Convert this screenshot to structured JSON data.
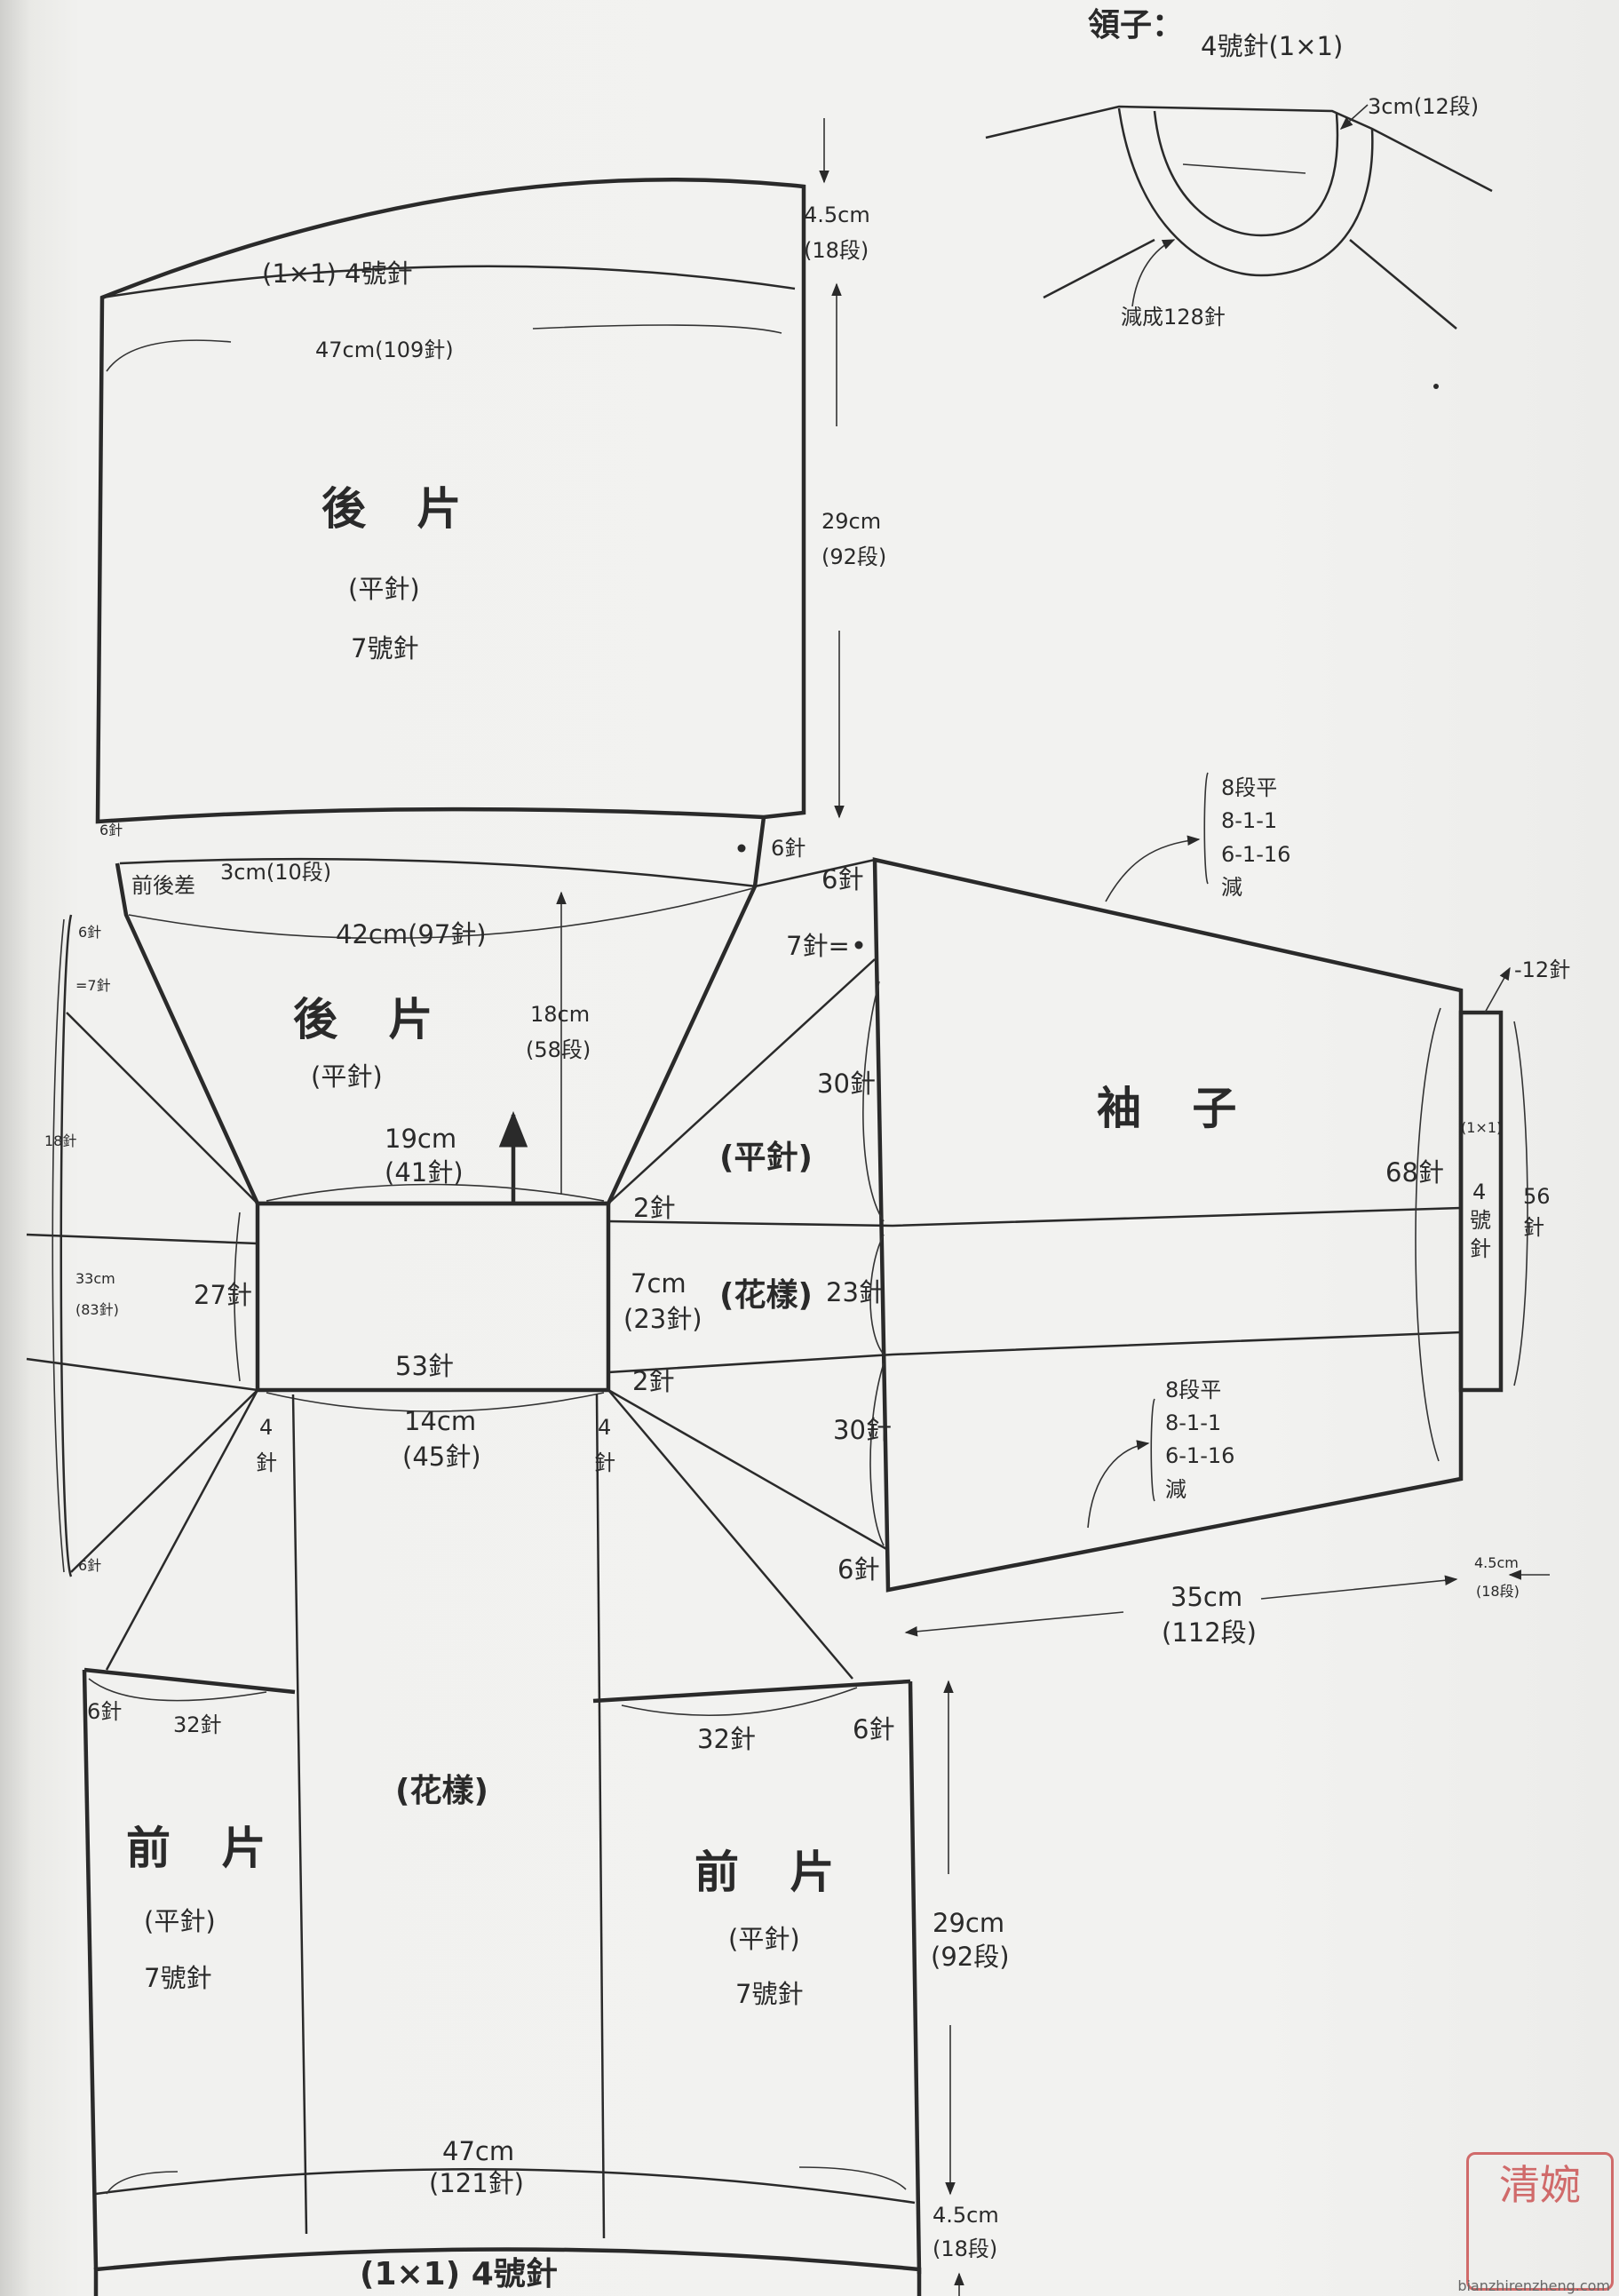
{
  "collar": {
    "title": "領子：",
    "needle": "4號針(1×1)",
    "height": "3cm(12段)",
    "reduce": "減成128針"
  },
  "back_upper": {
    "rib": "(1×1) 4號針",
    "width": "47cm(109針)",
    "name": "後 片",
    "stitch": "(平針)",
    "needle": "7號針",
    "rib_height": "4.5cm",
    "rib_rows": "(18段)",
    "body_height": "29cm",
    "body_rows": "(92段)",
    "dec_left": "6針",
    "dec_right": "6針",
    "diff": "前後差",
    "diff_size": "3cm(10段)"
  },
  "back_lower": {
    "width": "42cm(97針)",
    "name": "後 片",
    "stitch": "(平針)",
    "height": "18cm",
    "rows": "(58段)"
  },
  "center": {
    "top_width": "19cm",
    "top_sts": "(41針)",
    "side": "27針",
    "mid": "7cm",
    "mid_sts": "(23針)",
    "bottom": "53針",
    "bottom_width": "14cm",
    "bottom_sts": "(45針)",
    "right_top": "2針",
    "right_bottom": "2針",
    "four_left": "4",
    "four_right": "4",
    "needle_char": "針"
  },
  "sleeve": {
    "name": "袖 子",
    "label_six_top": "6針",
    "label_seven": "7針=",
    "dec_top": [
      "8段平",
      "8-1-1",
      "6-1-16",
      "減"
    ],
    "dec_bottom": [
      "8段平",
      "8-1-1",
      "6-1-16",
      "減"
    ],
    "thirty_top": "30針",
    "thirty_bottom": "30針",
    "stitch": "(平針)",
    "pattern": "(花樣)",
    "pattern_sts": "23針",
    "six_bottom": "6針",
    "cuff_sts": "68針",
    "minus": "-12針",
    "cuff_rib": "(1×1)",
    "cuff_needle": [
      "4",
      "號",
      "針"
    ],
    "total_sts": [
      "56",
      "針"
    ],
    "length": "35cm",
    "length_rows": "(112段)",
    "cuff_height": "4.5cm",
    "cuff_rows": "(18段)"
  },
  "left_side": {
    "top": "6針",
    "eq": "=7針",
    "length": "33cm",
    "length_sts": "(83針)",
    "bottom": "6針",
    "mark": "18針"
  },
  "front": {
    "left_six": "6針",
    "left_sts": "32針",
    "right_sts": "32針",
    "right_six": "6針",
    "pattern": "(花樣)",
    "name_left": "前 片",
    "stitch_left": "(平針)",
    "needle_left": "7號針",
    "name_right": "前 片",
    "stitch_right": "(平針)",
    "needle_right": "7號針",
    "height": "29cm",
    "rows": "(92段)",
    "width": "47cm",
    "width_sts": "(121針)",
    "rib": "(1×1) 4號針",
    "rib_height": "4.5cm",
    "rib_rows": "(18段)"
  },
  "stamp": "清婉",
  "watermark": "bianzhirenzheng.com"
}
